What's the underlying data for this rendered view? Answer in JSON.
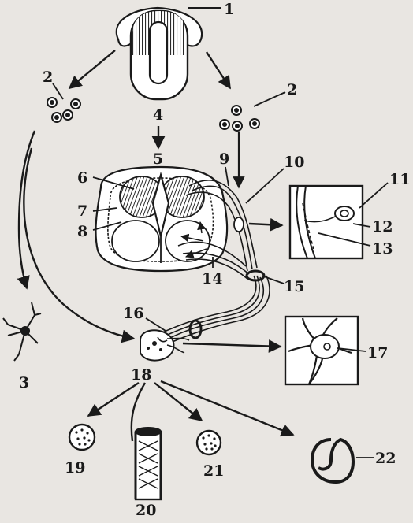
{
  "labels": {
    "l1": "1",
    "l2a": "2",
    "l2b": "2",
    "l3": "3",
    "l4": "4",
    "l5": "5",
    "l6": "6",
    "l7": "7",
    "l8": "8",
    "l9": "9",
    "l10": "10",
    "l11": "11",
    "l12": "12",
    "l13": "13",
    "l14": "14",
    "l15": "15",
    "l16": "16",
    "l17": "17",
    "l18": "18",
    "l19": "19",
    "l20": "20",
    "l21": "21",
    "l22": "22"
  },
  "colors": {
    "background": "#e9e6e2",
    "ink": "#1a1a1a",
    "hatch": "#2a2a2a"
  }
}
